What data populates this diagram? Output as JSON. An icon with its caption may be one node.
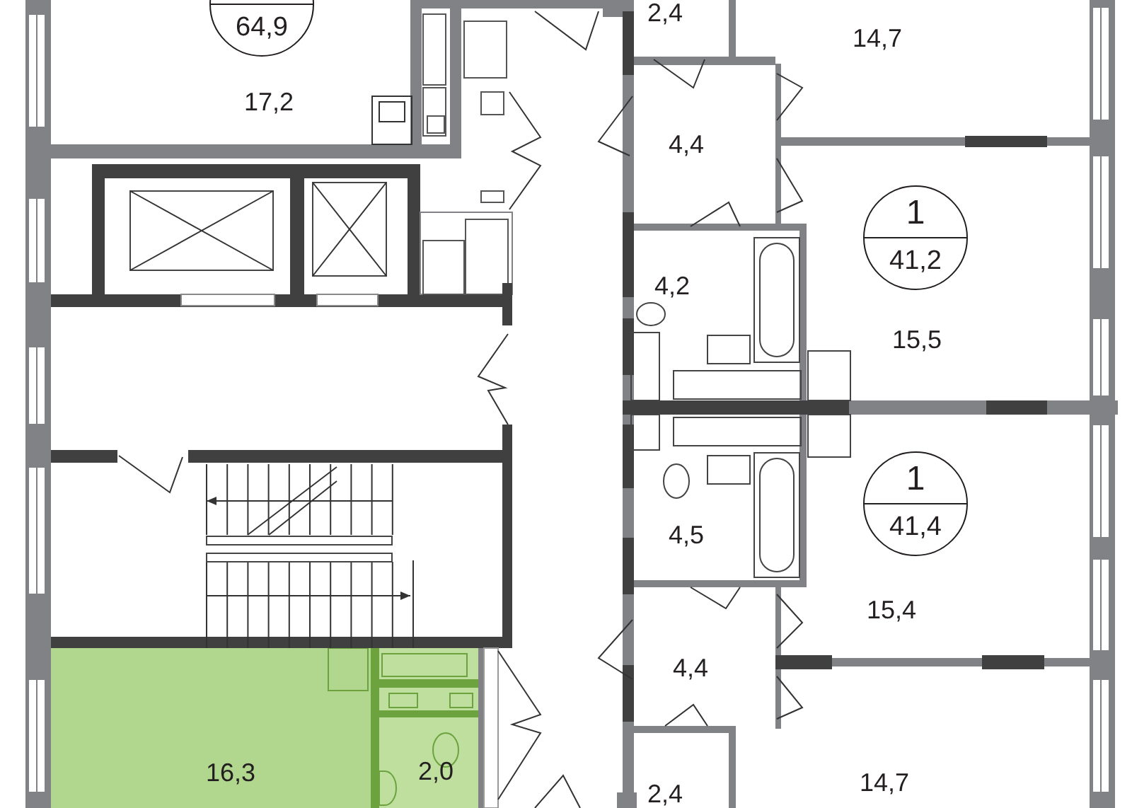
{
  "diagram": {
    "nodes": [
      {
        "text": [
          "64,9"
        ]
      },
      {
        "text": [
          "1",
          "41,2"
        ]
      },
      {
        "text": [
          "1",
          "41,4"
        ]
      }
    ],
    "labels": [
      "2,4",
      "14,7",
      "17,2",
      "4,4",
      "4,2",
      "15,5",
      "4,5",
      "15,4",
      "4,4",
      "16,3",
      "2,0",
      "14,7",
      "2,4"
    ]
  }
}
